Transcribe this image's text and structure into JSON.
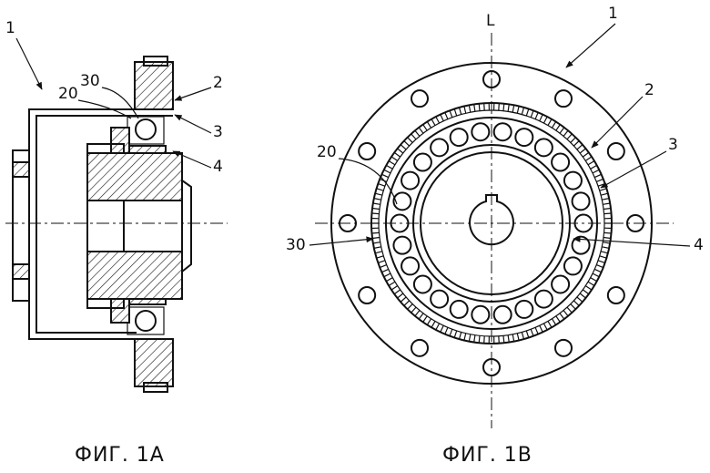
{
  "figures": [
    {
      "caption": "ФИГ. 1А",
      "labels": [
        "1",
        "30",
        "20",
        "2",
        "3",
        "4"
      ]
    },
    {
      "caption": "ФИГ. 1В",
      "axis_label": "L",
      "labels": [
        "1",
        "2",
        "20",
        "3",
        "30",
        "4"
      ]
    }
  ]
}
